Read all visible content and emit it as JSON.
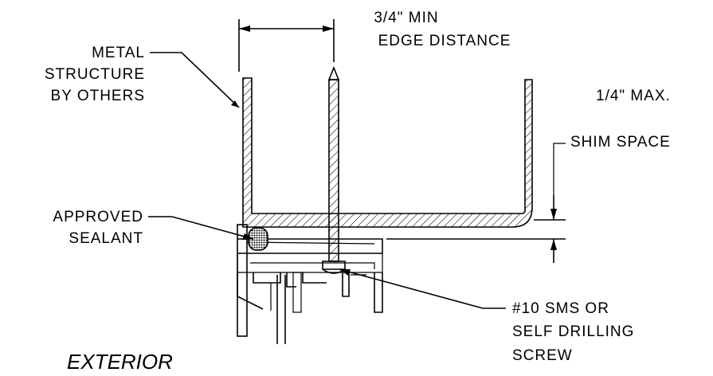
{
  "labels": {
    "edge_distance_line1": "3/4\" MIN",
    "edge_distance_line2": "EDGE DISTANCE",
    "metal_line1": "METAL",
    "metal_line2": "STRUCTURE",
    "metal_line3": "BY OTHERS",
    "shim_line1": "1/4\" MAX.",
    "shim_line2": "SHIM SPACE",
    "sealant_line1": "APPROVED",
    "sealant_line2": "SEALANT",
    "screw_line1": "#10 SMS OR",
    "screw_line2": "SELF DRILLING",
    "screw_line3": "SCREW",
    "exterior": "EXTERIOR"
  }
}
